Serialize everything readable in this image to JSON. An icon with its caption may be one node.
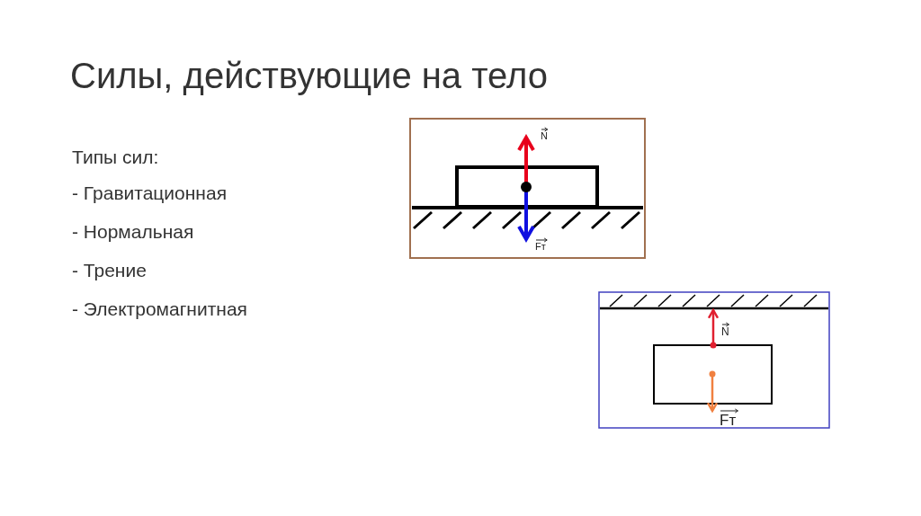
{
  "diagram": {
    "title": "Силы, действующие на тело",
    "labels": [
      "Типы сил:",
      "- Гравитационная",
      "- Нормальная",
      "- Трение",
      "- Электромагнитная",
      "N",
      "Fт",
      "N",
      "Fт"
    ]
  }
}
